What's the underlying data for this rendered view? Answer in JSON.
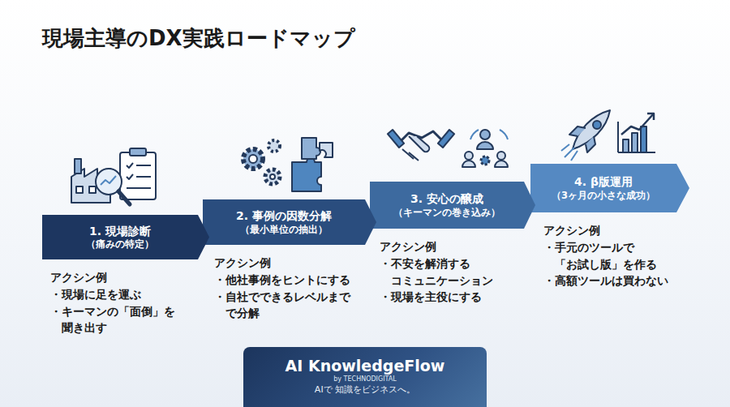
{
  "diagram": {
    "title": "現場主導のDX実践ロードマップ",
    "nodes": [
      {
        "text": [
          "1. 現場診断",
          "（痛みの特定）",
          "アクシン例",
          "・現場に足を運ぶ",
          "・キーマンの「面倒」を 聞き出す"
        ]
      },
      {
        "text": [
          "2. 事例の因数分解",
          "（最小単位の抽出）",
          "アクシン例",
          "・他社事例をヒントにする",
          "・自社でできるレベルまで で分解"
        ]
      },
      {
        "text": [
          "3. 安心の醸成",
          "（キーマンの巻き込み）",
          "アクシン例",
          "・不安を解消する コミュニケーション",
          "・現場を主役にする"
        ]
      },
      {
        "text": [
          "4. β版運用",
          "（3ヶ月の小さな成功）",
          "アクシン例",
          "・手元のツールで 「お試し版」を作る",
          "・高額ツールは買わない"
        ]
      },
      {
        "text": [
          "AI KnowledgeFlow",
          "by TECHNODIGITAL",
          "AIで 知識をビジネスへ。"
        ]
      }
    ]
  }
}
